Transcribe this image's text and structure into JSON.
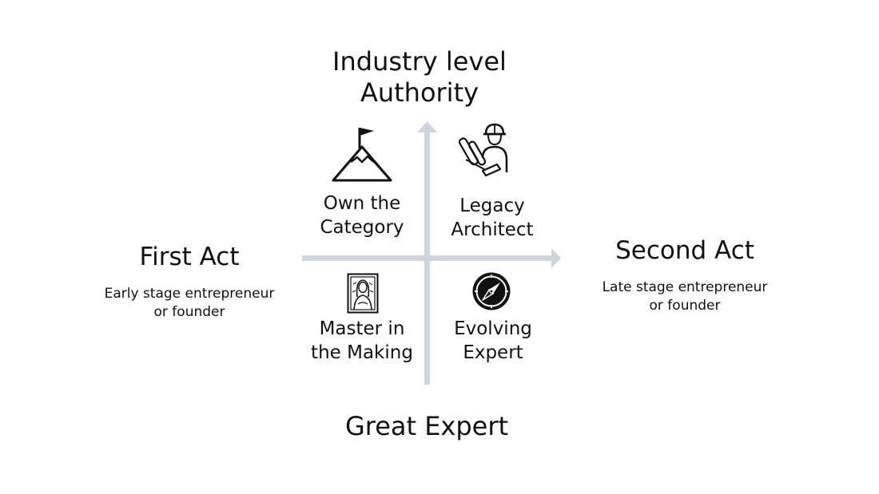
{
  "axes": {
    "top_label_line1": "Industry level",
    "top_label_line2": "Authority",
    "bottom_label": "Great Expert",
    "axis_color": "#d0d4dc"
  },
  "left": {
    "title": "First Act",
    "subtitle_line1": "Early stage entrepreneur",
    "subtitle_line2": "or founder"
  },
  "right": {
    "title": "Second Act",
    "subtitle_line1": "Late stage entrepreneur",
    "subtitle_line2": "or founder"
  },
  "quadrants": {
    "top_left": {
      "line1": "Own the",
      "line2": "Category",
      "icon": "mountain-flag-icon"
    },
    "top_right": {
      "line1": "Legacy",
      "line2": "Architect",
      "icon": "architect-icon"
    },
    "bottom_left": {
      "line1": "Master in",
      "line2": "the Making",
      "icon": "mona-lisa-icon"
    },
    "bottom_right": {
      "line1": "Evolving",
      "line2": "Expert",
      "icon": "compass-icon"
    }
  }
}
